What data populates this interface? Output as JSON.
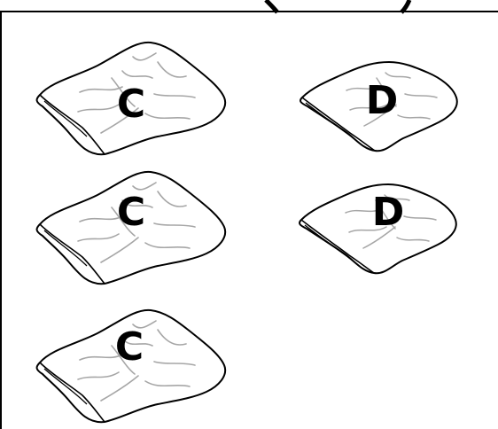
{
  "colors": {
    "background": "#ffffff",
    "frame": "#000000",
    "outline": "#000000",
    "veins": "#a6a6a6",
    "label": "#000000"
  },
  "leaves": [
    {
      "label": "C",
      "size": "large"
    },
    {
      "label": "D",
      "size": "small"
    },
    {
      "label": "C",
      "size": "large"
    },
    {
      "label": "D",
      "size": "small"
    },
    {
      "label": "C",
      "size": "large"
    }
  ]
}
